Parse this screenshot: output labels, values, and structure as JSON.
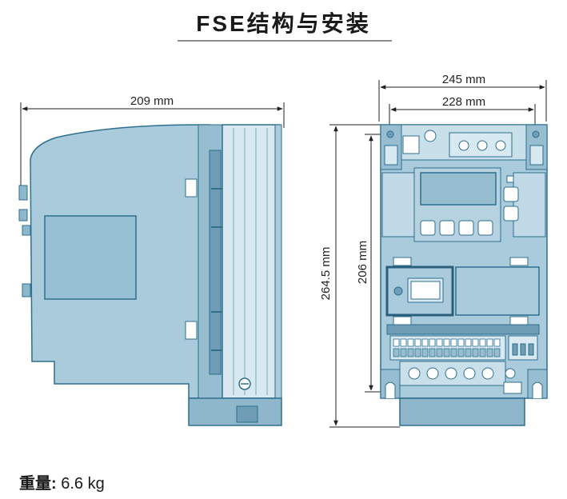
{
  "title": "FSE结构与安装",
  "dimensions": {
    "side_width": "209 mm",
    "front_width_outer": "245 mm",
    "front_width_inner": "228 mm",
    "height_total": "264.5 mm",
    "height_mount": "206 mm"
  },
  "weight": {
    "label": "重量:",
    "value": "6.6 kg"
  },
  "colors": {
    "body_fill": "#a9cbdc",
    "body_stroke": "#2e6f8e",
    "dark_fill": "#6f9db6",
    "highlight": "#2a5f7e",
    "dimension_line": "#222222"
  }
}
